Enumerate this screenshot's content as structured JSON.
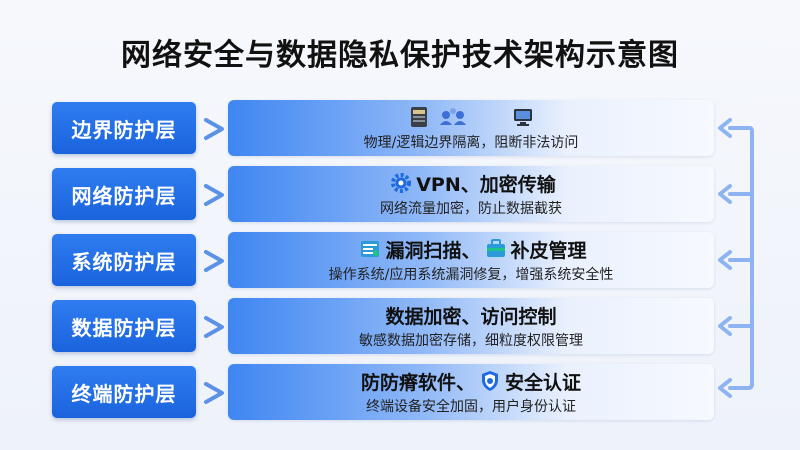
{
  "title": "网络安全与数据隐私保护技术架构示意图",
  "layers": [
    {
      "name": "边界防护层",
      "main": "",
      "sub": "物理/逻辑边界隔离，阻断非法访问",
      "icons": [
        "server-icon",
        "network-nodes-icon",
        "monitor-icon"
      ]
    },
    {
      "name": "网络防护层",
      "main_a": "VPN、加密传输",
      "sub": "网络流量加密，防止数据截获",
      "icons": [
        "gear-icon"
      ]
    },
    {
      "name": "系统防护层",
      "main_a": "漏洞扫描、",
      "main_b": "补皮管理",
      "sub": "操作系统/应用系统漏洞修复，增强系统安全性",
      "icons": [
        "scan-icon",
        "toolbox-icon"
      ]
    },
    {
      "name": "数据防护层",
      "main_a": "数据加密、访问控制",
      "sub": "敏感数据加密存储，细粒度权限管理",
      "icons": []
    },
    {
      "name": "终端防护层",
      "main_a": "防防瘠软件、",
      "main_b": "安全认证",
      "sub": "终端设备安全加固，用户身份认证",
      "icons": [
        "shield-icon"
      ]
    }
  ],
  "colors": {
    "accent": "#1f6ae0",
    "arrow": "#5b92e8"
  }
}
